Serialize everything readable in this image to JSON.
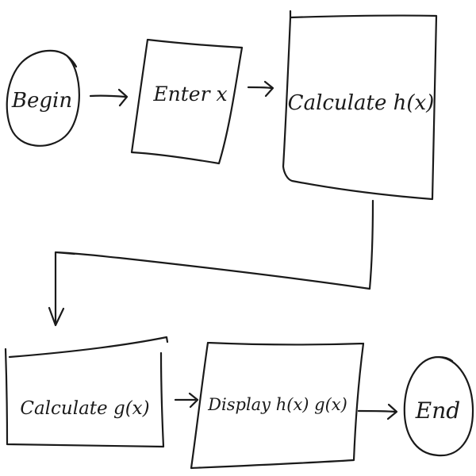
{
  "nodes": {
    "begin": "Begin",
    "enter": "Enter x",
    "calc_h": "Calculate h(x)",
    "calc_g": "Calculate g(x)",
    "display": "Display h(x) g(x)",
    "end": "End"
  }
}
